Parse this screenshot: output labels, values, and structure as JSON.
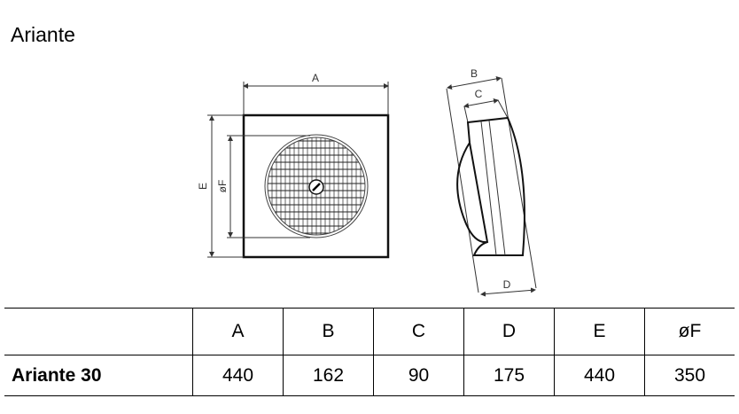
{
  "title": "Ariante",
  "diagram": {
    "labels": {
      "a": "A",
      "b": "B",
      "c": "C",
      "d": "D",
      "e": "E",
      "f": "øF"
    }
  },
  "table": {
    "headers": [
      "",
      "A",
      "B",
      "C",
      "D",
      "E",
      "øF"
    ],
    "rows": [
      {
        "model": "Ariante 30",
        "values": [
          "440",
          "162",
          "90",
          "175",
          "440",
          "350"
        ]
      }
    ]
  }
}
